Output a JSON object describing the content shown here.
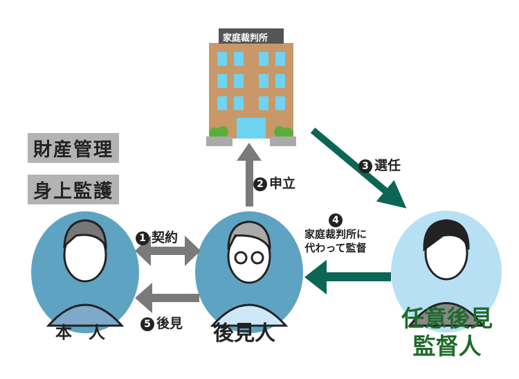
{
  "court": {
    "sign": "家庭裁判所"
  },
  "duties": [
    "財産管理",
    "身上監護"
  ],
  "steps": [
    {
      "num": "1",
      "label": "契約"
    },
    {
      "num": "2",
      "label": "申立"
    },
    {
      "num": "3",
      "label": "選任"
    },
    {
      "num": "4",
      "label_line1": "家庭裁判所に",
      "label_line2": "代わって監督"
    },
    {
      "num": "5",
      "label": "後見"
    }
  ],
  "people": {
    "principal": "本　人",
    "guardian": "後見人",
    "supervisor_line1": "任意後見",
    "supervisor_line2": "監督人"
  },
  "colors": {
    "green": "#0b6655",
    "gray": "#7a7a7a",
    "circle_dark": "#5fa3c3",
    "circle_light": "#b8e0f5",
    "supervisor_text": "#1e6b2a"
  }
}
